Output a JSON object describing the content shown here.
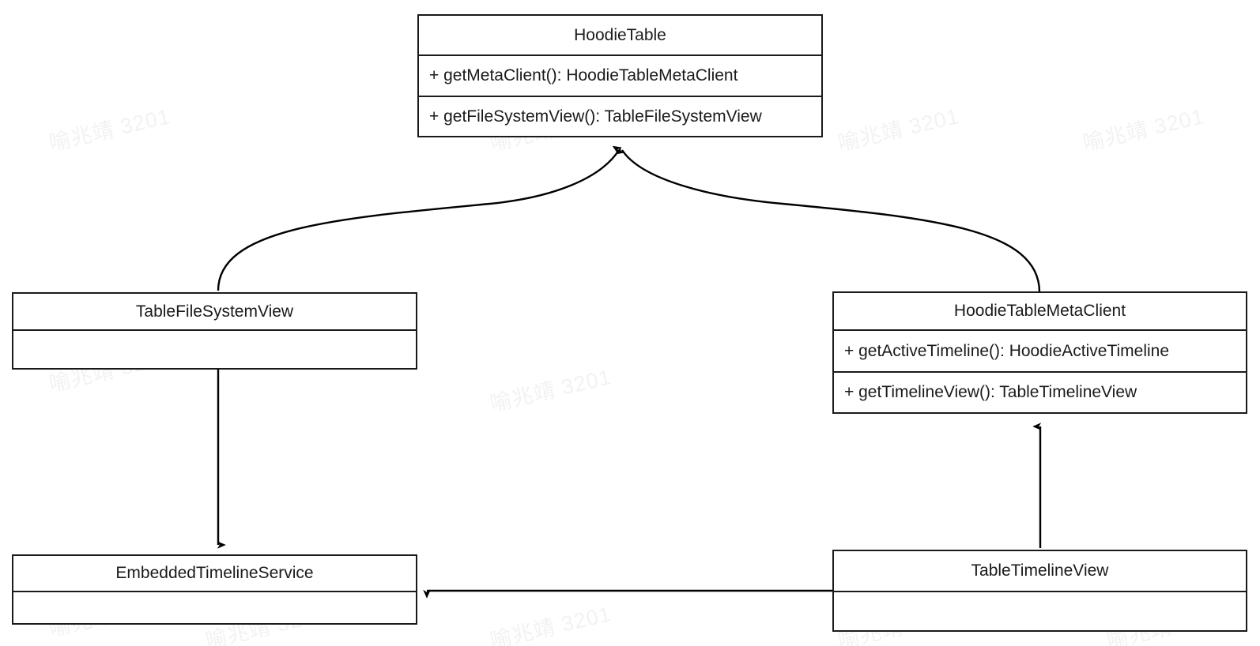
{
  "diagram": {
    "title": "HoodieTable class relationship diagram",
    "type": "uml-class-diagram",
    "background_color": "#ffffff",
    "line_color": "#1a1a1a",
    "text_color": "#1a1a1a"
  },
  "watermark": {
    "text": "喻兆靖 3201",
    "color": "#f2f2f2",
    "rotation_deg": -13
  },
  "classes": {
    "hoodie_table": {
      "name": "HoodieTable",
      "members": [
        "+ getMetaClient(): HoodieTableMetaClient",
        "+ getFileSystemView(): TableFileSystemView"
      ]
    },
    "table_file_system_view": {
      "name": "TableFileSystemView",
      "members": []
    },
    "hoodie_table_meta_client": {
      "name": "HoodieTableMetaClient",
      "members": [
        "+ getActiveTimeline(): HoodieActiveTimeline",
        "+ getTimelineView(): TableTimelineView"
      ]
    },
    "embedded_timeline_service": {
      "name": "EmbeddedTimelineService",
      "members": []
    },
    "table_timeline_view": {
      "name": "TableTimelineView",
      "members": []
    }
  },
  "relationships": [
    {
      "from": "TableFileSystemView",
      "to": "HoodieTable",
      "style": "curved",
      "arrowhead": "solid-filled"
    },
    {
      "from": "HoodieTableMetaClient",
      "to": "HoodieTable",
      "style": "curved",
      "arrowhead": "solid-filled"
    },
    {
      "from": "TableFileSystemView",
      "to": "EmbeddedTimelineService",
      "style": "straight-vertical",
      "arrowhead": "solid-filled"
    },
    {
      "from": "TableTimelineView",
      "to": "HoodieTableMetaClient",
      "style": "straight-vertical",
      "arrowhead": "solid-filled"
    },
    {
      "from": "TableTimelineView",
      "to": "EmbeddedTimelineService",
      "style": "straight-horizontal",
      "arrowhead": "solid-filled"
    }
  ]
}
